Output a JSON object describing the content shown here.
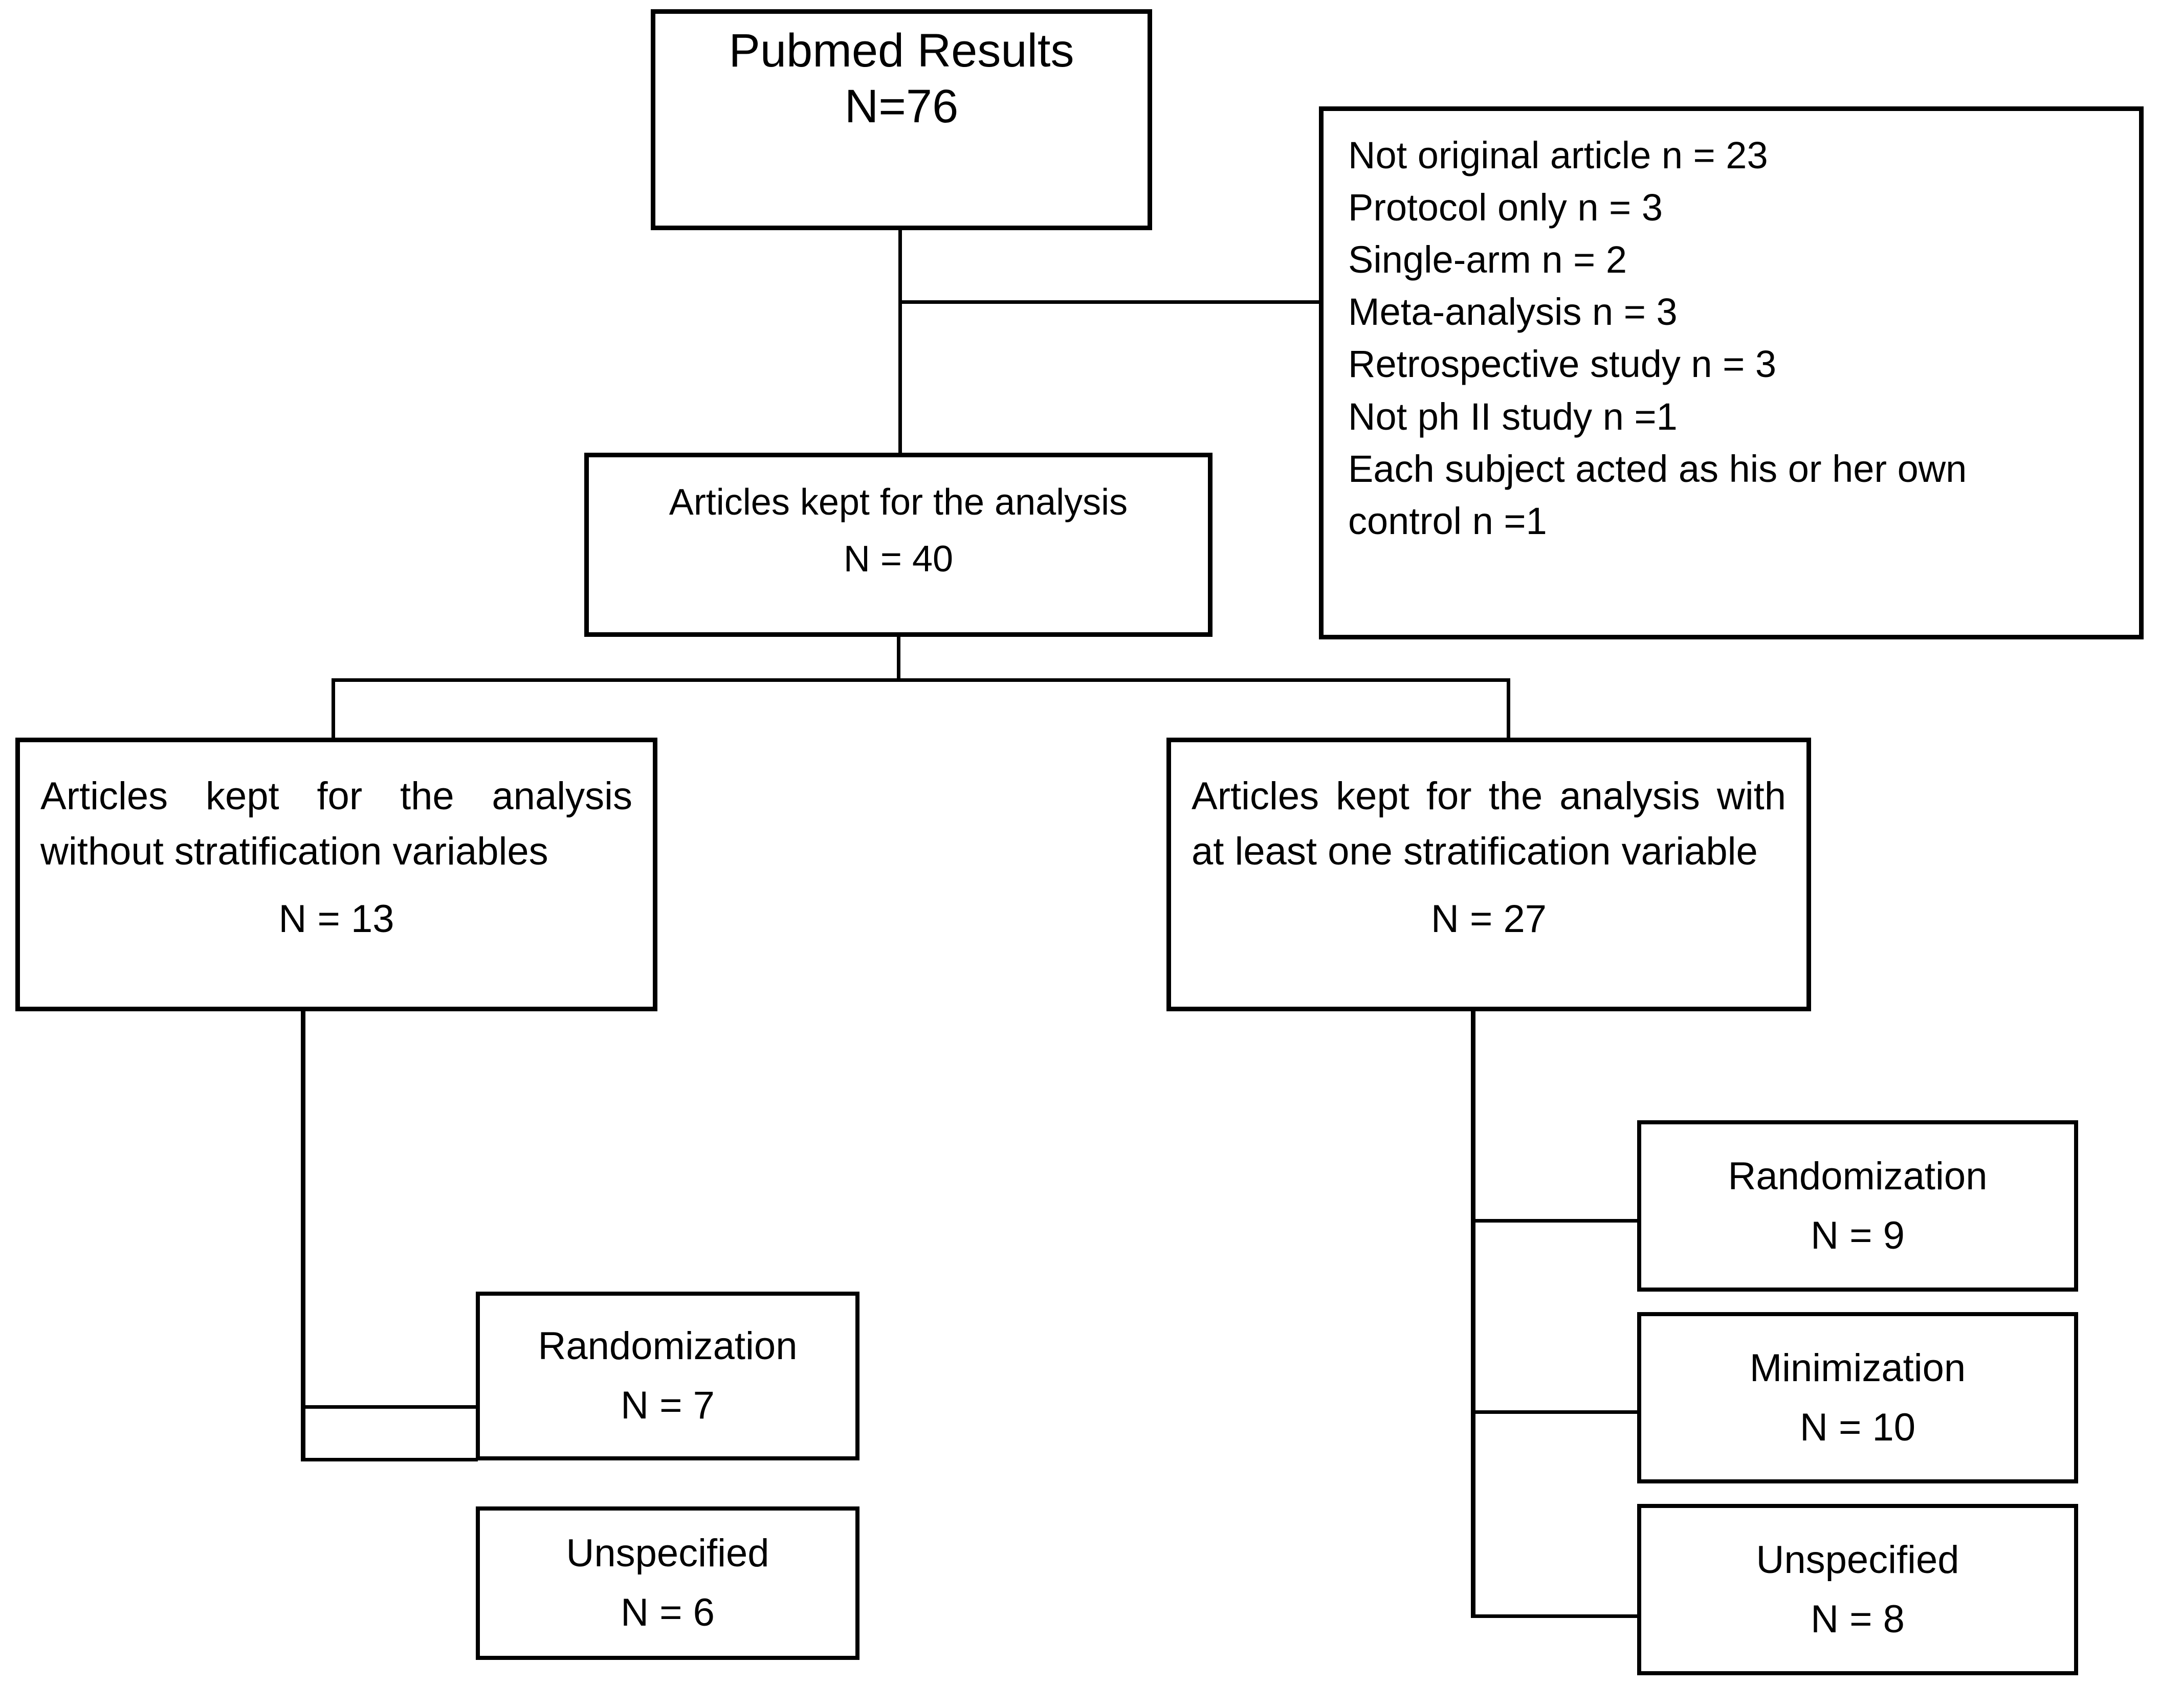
{
  "diagram": {
    "type": "flowchart",
    "title": "Study selection flow diagram",
    "nodes": {
      "pubmed": {
        "label": "Pubmed Results",
        "count": "N=76"
      },
      "exclusions": {
        "reasons": [
          "Not original article n = 23",
          "Protocol only n = 3",
          "Single-arm n = 2",
          "Meta-analysis n = 3",
          "Retrospective study n = 3",
          "Not ph II study n =1",
          "Each subject acted as his or her own",
          "control n =1"
        ]
      },
      "kept": {
        "label": "Articles kept for the analysis",
        "count": "N = 40"
      },
      "no_stratification": {
        "text": "Articles kept for the analysis without stratification variables",
        "count": "N = 13"
      },
      "with_stratification": {
        "text": "Articles kept for the analysis with at least one stratification variable",
        "count": "N = 27"
      },
      "left_randomization": {
        "label": "Randomization",
        "count": "N = 7"
      },
      "left_unspecified": {
        "label": "Unspecified",
        "count": "N = 6"
      },
      "right_randomization": {
        "label": "Randomization",
        "count": "N = 9"
      },
      "right_minimization": {
        "label": "Minimization",
        "count": "N = 10"
      },
      "right_unspecified": {
        "label": "Unspecified",
        "count": "N = 8"
      }
    },
    "colors": {
      "border": "#000000",
      "background": "#ffffff",
      "text": "#000000"
    }
  }
}
